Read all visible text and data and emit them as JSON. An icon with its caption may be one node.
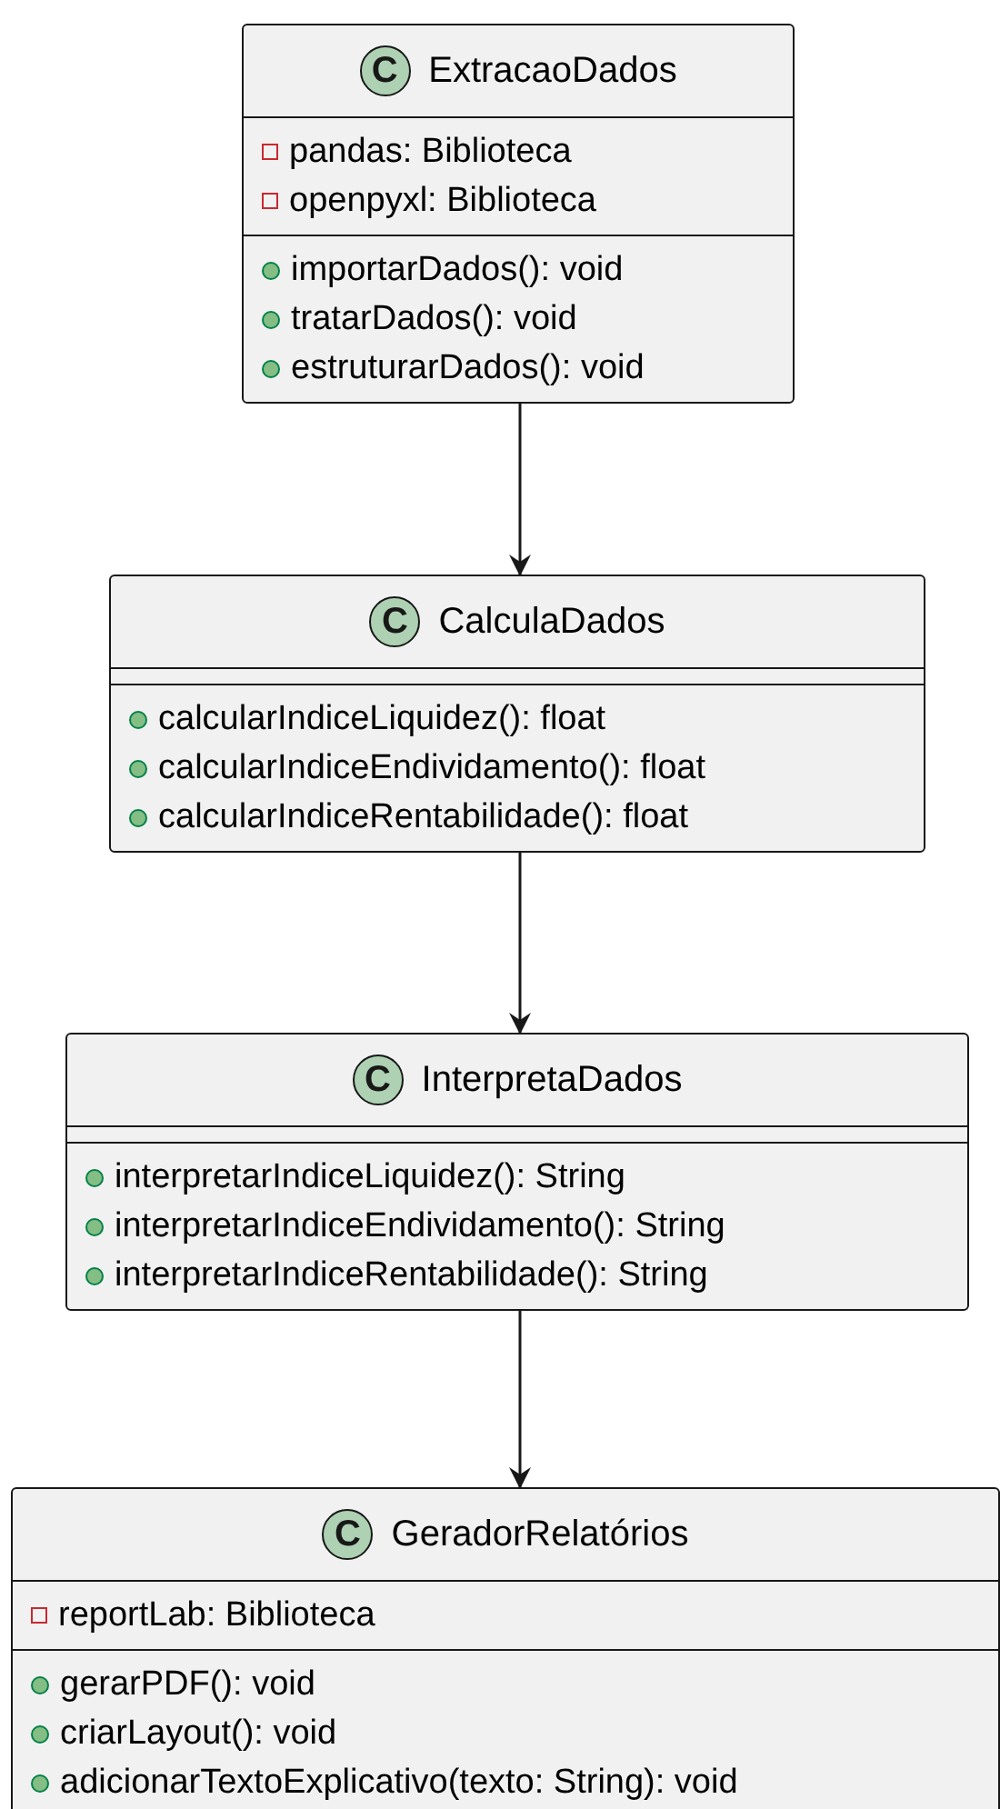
{
  "diagram": {
    "nodes": [
      {
        "text": [
          "C",
          "ExtracaoDados",
          "pandas: Biblioteca",
          "openpyxl: Biblioteca",
          "importarDados(): void",
          "tratarDados(): void",
          "estruturarDados(): void"
        ]
      },
      {
        "text": [
          "C",
          "CalculaDados",
          "calcularIndiceLiquidez(): float",
          "calcularIndiceEndividamento(): float",
          "calcularIndiceRentabilidade(): float"
        ]
      },
      {
        "text": [
          "C",
          "InterpretaDados",
          "interpretarIndiceLiquidez(): String",
          "interpretarIndiceEndividamento(): String",
          "interpretarIndiceRentabilidade(): String"
        ]
      },
      {
        "text": [
          "C",
          "GeradorRelatórios",
          "reportLab: Biblioteca",
          "gerarPDF(): void",
          "criarLayout(): void",
          "adicionarTextoExplicativo(texto: String): void"
        ]
      }
    ],
    "edges": [
      {
        "from": 0,
        "to": 1,
        "arrow": "to"
      },
      {
        "from": 1,
        "to": 2,
        "arrow": "to"
      },
      {
        "from": 2,
        "to": 3,
        "arrow": "to"
      }
    ]
  }
}
